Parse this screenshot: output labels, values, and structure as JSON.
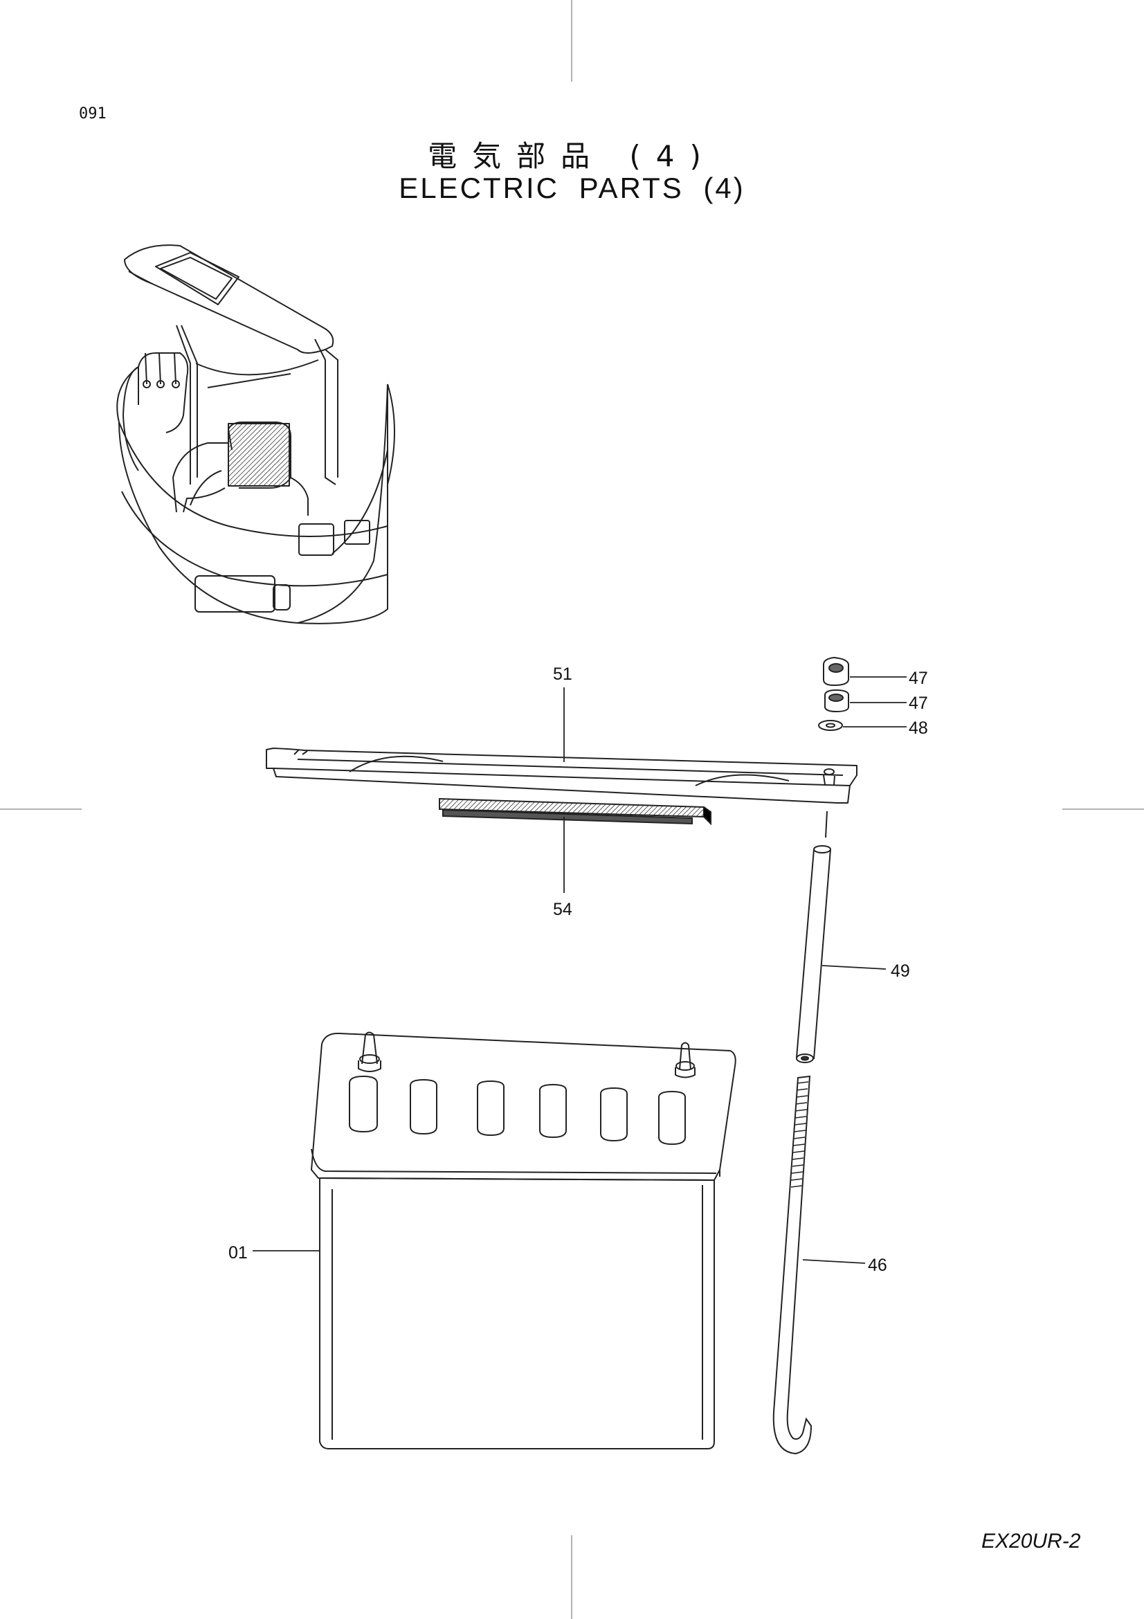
{
  "page_number": "091",
  "title_jp": "電気部品 (4)",
  "title_en": "ELECTRIC PARTS (4)",
  "model_code": "EX20UR-2",
  "callouts": {
    "battery": "01",
    "hook_bolt": "46",
    "nut_a": "47",
    "nut_b": "47",
    "washer": "48",
    "pipe": "49",
    "bracket": "51",
    "cushion": "54"
  }
}
